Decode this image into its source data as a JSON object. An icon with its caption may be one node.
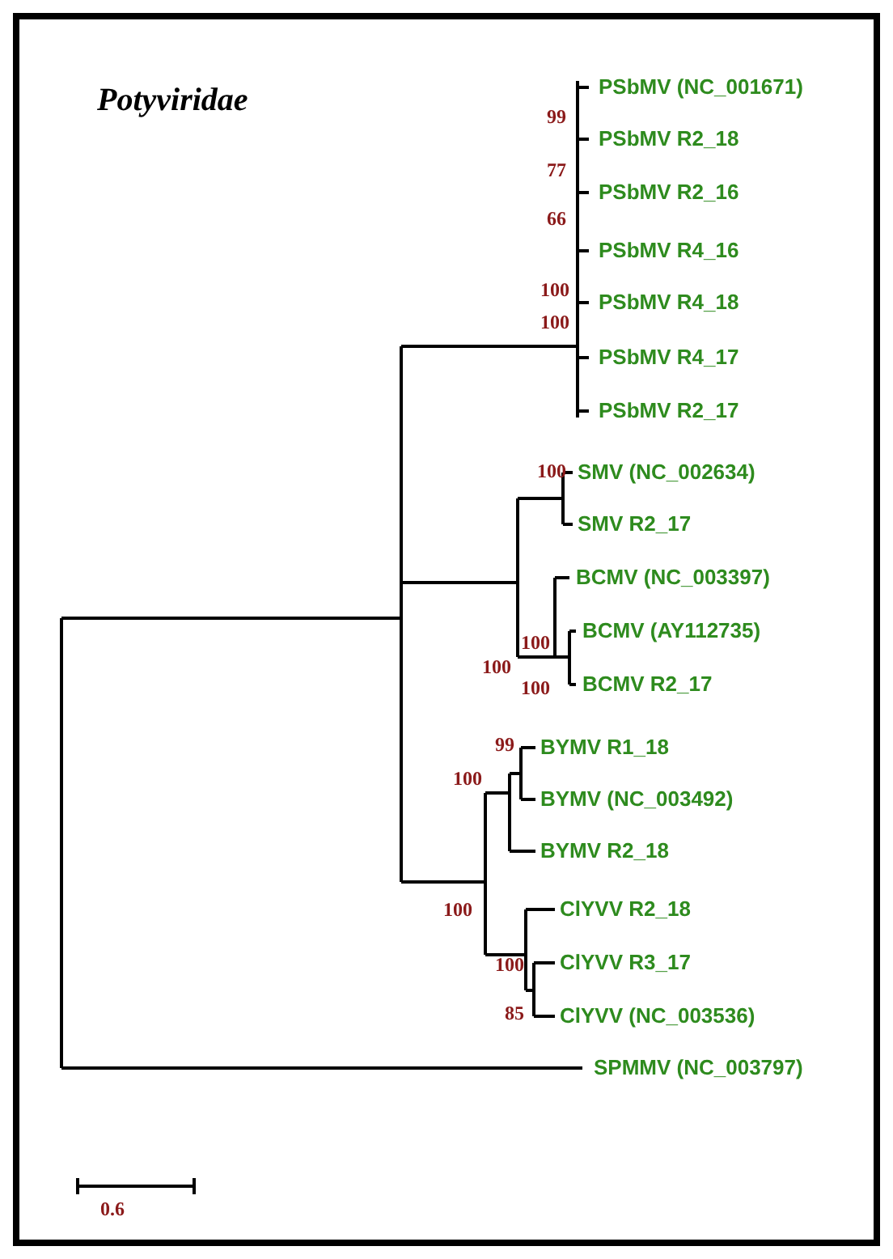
{
  "diagram": {
    "title": "Potyviridae",
    "labels": [
      "PSbMV (NC_001671)",
      "99",
      "PSbMV R2_18",
      "77",
      "PSbMV R2_16",
      "66",
      "PSbMV R4_16",
      "100",
      "PSbMV R4_18",
      "100",
      "PSbMV R4_17",
      "PSbMV R2_17",
      "100",
      "SMV (NC_002634)",
      "SMV R2_17",
      "BCMV (NC_003397)",
      "BCMV (AY112735)",
      "100",
      "100",
      "BCMV R2_17",
      "100",
      "99",
      "BYMV R1_18",
      "100",
      "BYMV (NC_003492)",
      "BYMV R2_18",
      "100",
      "ClYVV R2_18",
      "100",
      "ClYVV R3_17",
      "85",
      "ClYVV (NC_003536)",
      "SPMMV (NC_003797)",
      "0.6"
    ]
  }
}
